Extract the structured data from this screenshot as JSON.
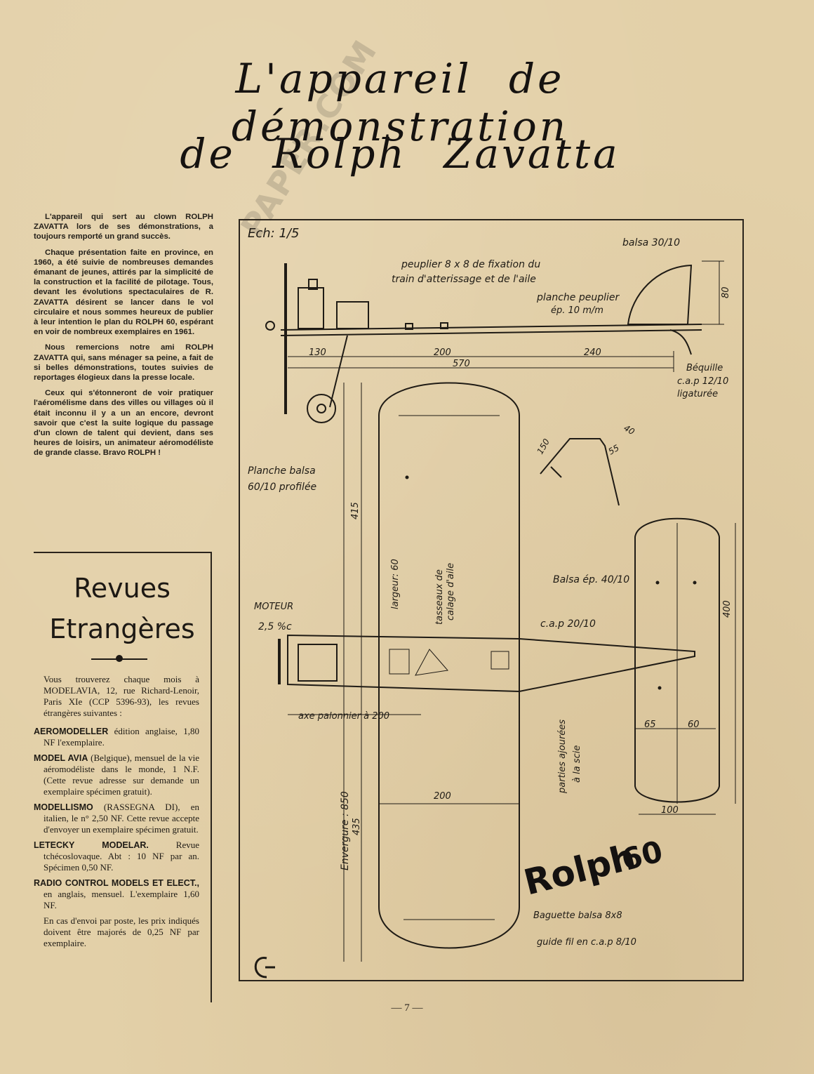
{
  "title": {
    "line1": "L'appareil de démonstration",
    "line2": "de Rolph Zavatta"
  },
  "intro": [
    "L'appareil qui sert au clown ROLPH ZAVATTA lors de ses démonstrations, a toujours remporté un grand succès.",
    "Chaque présentation faite en province, en 1960, a été suivie de nombreuses demandes émanant de jeunes, attirés par la simplicité de la construction et la facilité de pilotage. Tous, devant les évolutions spectaculaires de R. ZAVATTA désirent se lancer dans le vol circulaire et nous sommes heureux de publier à leur intention le plan du ROLPH 60, espérant en voir de nombreux exemplaires en 1961.",
    "Nous remercions notre ami ROLPH ZAVATTA qui, sans ménager sa peine, a fait de si belles démonstrations, toutes suivies de reportages élogieux dans la presse locale.",
    "Ceux qui s'étonneront de voir pratiquer l'aéromélisme dans des villes ou villages où il était inconnu il y a un an encore, devront savoir que c'est la suite logique du passage d'un clown de talent qui devient, dans ses heures de loisirs, un animateur aéromodéliste de grande classe. Bravo ROLPH !"
  ],
  "revues": {
    "title_line1": "Revues",
    "title_line2": "Etrangères",
    "lead": "Vous trouverez chaque mois à MODELAVIA, 12, rue Richard-Lenoir, Paris XIe (CCP 5396-93), les revues étrangères suivantes :",
    "entries": [
      {
        "name": "AEROMODELLER",
        "text": " édition anglaise, 1,80 NF l'exemplaire."
      },
      {
        "name": "MODEL AVIA",
        "text": " (Belgique), mensuel de la vie aéromodéliste dans le monde, 1 N.F. (Cette revue adresse sur demande un exemplaire spécimen gratuit)."
      },
      {
        "name": "MODELLISMO",
        "text": " (RASSEGNA DI), en italien, le n° 2,50 NF. Cette revue accepte d'envoyer un exemplaire spécimen gratuit."
      },
      {
        "name": "LETECKY MODELAR.",
        "text": " Revue tchécoslovaque. Abt : 10 NF par an. Spécimen 0,50 NF."
      },
      {
        "name": "RADIO CONTROL MODELS ET ELECT.,",
        "text": " en anglais, mensuel. L'exemplaire 1,60 NF."
      }
    ],
    "footer": "En cas d'envoi par poste, les prix indiqués doivent être majorés de 0,25 NF par exemplaire."
  },
  "plan": {
    "scale": "Ech: 1/5",
    "labels": {
      "balsa_fin": "balsa 30/10",
      "peuplier_1": "peuplier 8 x 8 de fixation du",
      "peuplier_2": "train d'atterissage et de l'aile",
      "planche_1": "planche peuplier",
      "planche_2": "ép. 10 m/m",
      "dim_80": "80",
      "dim_130": "130",
      "dim_200_top": "200",
      "dim_240": "240",
      "dim_570": "570",
      "bequille": "Béquille",
      "cap_1": "c.a.p 12/10",
      "cap_2": "ligaturée",
      "dim_40": "40",
      "dim_150": "150",
      "dim_55": "55",
      "planche_balsa_1": "Planche balsa",
      "planche_balsa_2": "60/10 profilée",
      "dim_415": "415",
      "largeur": "largeur: 60",
      "tasseaux_1": "tasseaux de",
      "tasseaux_2": "calage d'aile",
      "balsa_ep": "Balsa ép. 40/10",
      "dim_400": "400",
      "moteur": "MOTEUR",
      "moteur_cc": "2,5 %c",
      "cap_20": "c.a.p 20/10",
      "axe": "axe palonnier à 200",
      "parties_1": "parties ajourées",
      "parties_2": "à la scie",
      "dim_65": "65",
      "dim_60": "60",
      "dim_200_wing": "200",
      "envergure": "Envergure : 850",
      "dim_435": "435",
      "dim_100": "100",
      "model_name": "Rolph",
      "model_num": "60",
      "baguette": "Baguette balsa 8x8",
      "guide": "guide fil en c.a.p 8/10"
    }
  },
  "watermark": "PAPER.COM",
  "page_number": "— 7 —"
}
